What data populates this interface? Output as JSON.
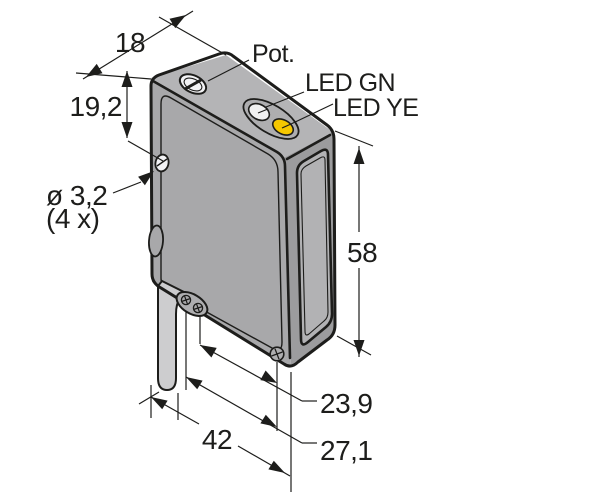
{
  "figure": {
    "description": "Isometric dimensional drawing of a rectangular photoelectric sensor housing with bottom cable exit",
    "units_note": "dimensions in mm, decimal comma notation"
  },
  "dims": {
    "top_width": "18",
    "top_offset": "19,2",
    "hole_dia": "ø 3,2",
    "hole_qty": "(4 x)",
    "height": "58",
    "depth_front": "23,9",
    "depth_mid": "27,1",
    "length": "42"
  },
  "callouts": {
    "pot": "Pot.",
    "led_green": "LED GN",
    "led_yellow": "LED YE"
  },
  "colors": {
    "background": "#ffffff",
    "line": "#1d1d1b",
    "top_face": "#b4b4b6",
    "front_face": "#a8a8aa",
    "side_face": "#9c9c9e",
    "lens_panel": "#b2b2b4",
    "recess": "#aeaeb0",
    "cable": "#cdcdcf",
    "led_yellow": "#f5c700",
    "led_white": "#f0f0f0",
    "hole_white": "#f2f2f4"
  }
}
